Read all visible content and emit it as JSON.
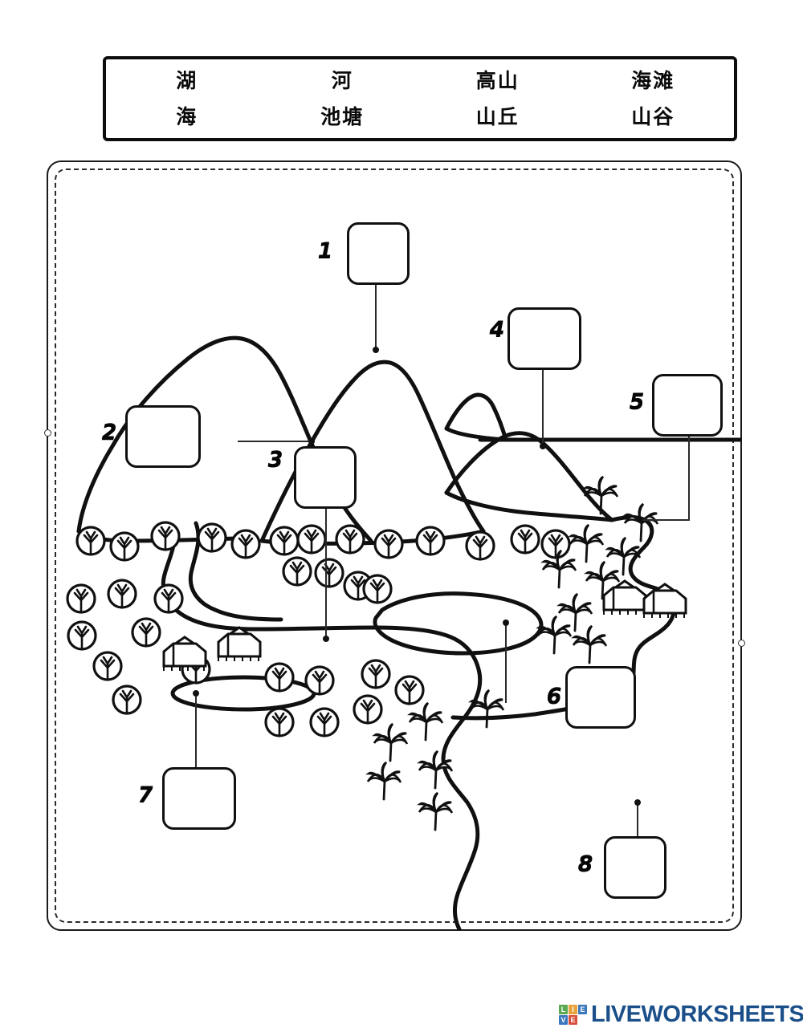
{
  "worksheet": {
    "title": "Landforms and Water Bodies Labelling Worksheet",
    "word_bank": {
      "name": "word-bank",
      "words": [
        {
          "text": "湖",
          "meaning": "lake"
        },
        {
          "text": "河",
          "meaning": "river"
        },
        {
          "text": "高山",
          "meaning": "high mountain"
        },
        {
          "text": "海滩",
          "meaning": "beach"
        },
        {
          "text": "海",
          "meaning": "sea"
        },
        {
          "text": "池塘",
          "meaning": "pond"
        },
        {
          "text": "山丘",
          "meaning": "hill"
        },
        {
          "text": "山谷",
          "meaning": "valley"
        }
      ]
    },
    "answer_boxes": [
      {
        "number": "1",
        "value": "",
        "placeholder": ""
      },
      {
        "number": "2",
        "value": "",
        "placeholder": ""
      },
      {
        "number": "3",
        "value": "",
        "placeholder": ""
      },
      {
        "number": "4",
        "value": "",
        "placeholder": ""
      },
      {
        "number": "5",
        "value": "",
        "placeholder": ""
      },
      {
        "number": "6",
        "value": "",
        "placeholder": ""
      },
      {
        "number": "7",
        "value": "",
        "placeholder": ""
      },
      {
        "number": "8",
        "value": "",
        "placeholder": ""
      }
    ],
    "markers": [
      "1",
      "2",
      "3",
      "4",
      "5",
      "6",
      "7",
      "8"
    ],
    "illustration": {
      "name": "landscape-diagram",
      "elements": [
        "high-mountain",
        "second-mountain",
        "hill",
        "small-hill",
        "sea-horizon",
        "beach",
        "lake",
        "pond",
        "river",
        "trees",
        "palm-trees",
        "huts"
      ]
    }
  },
  "footer": {
    "logo": {
      "badge_letters": [
        "L",
        "I",
        "E",
        "V",
        "E",
        ""
      ],
      "wordmark": "LIVEWORKSHEETS",
      "colors": {
        "green": "#5aa84f",
        "orange": "#e8a33d",
        "blue": "#3b77bd",
        "red": "#d94f3d",
        "wordmark": "#1b4f8a"
      }
    }
  }
}
